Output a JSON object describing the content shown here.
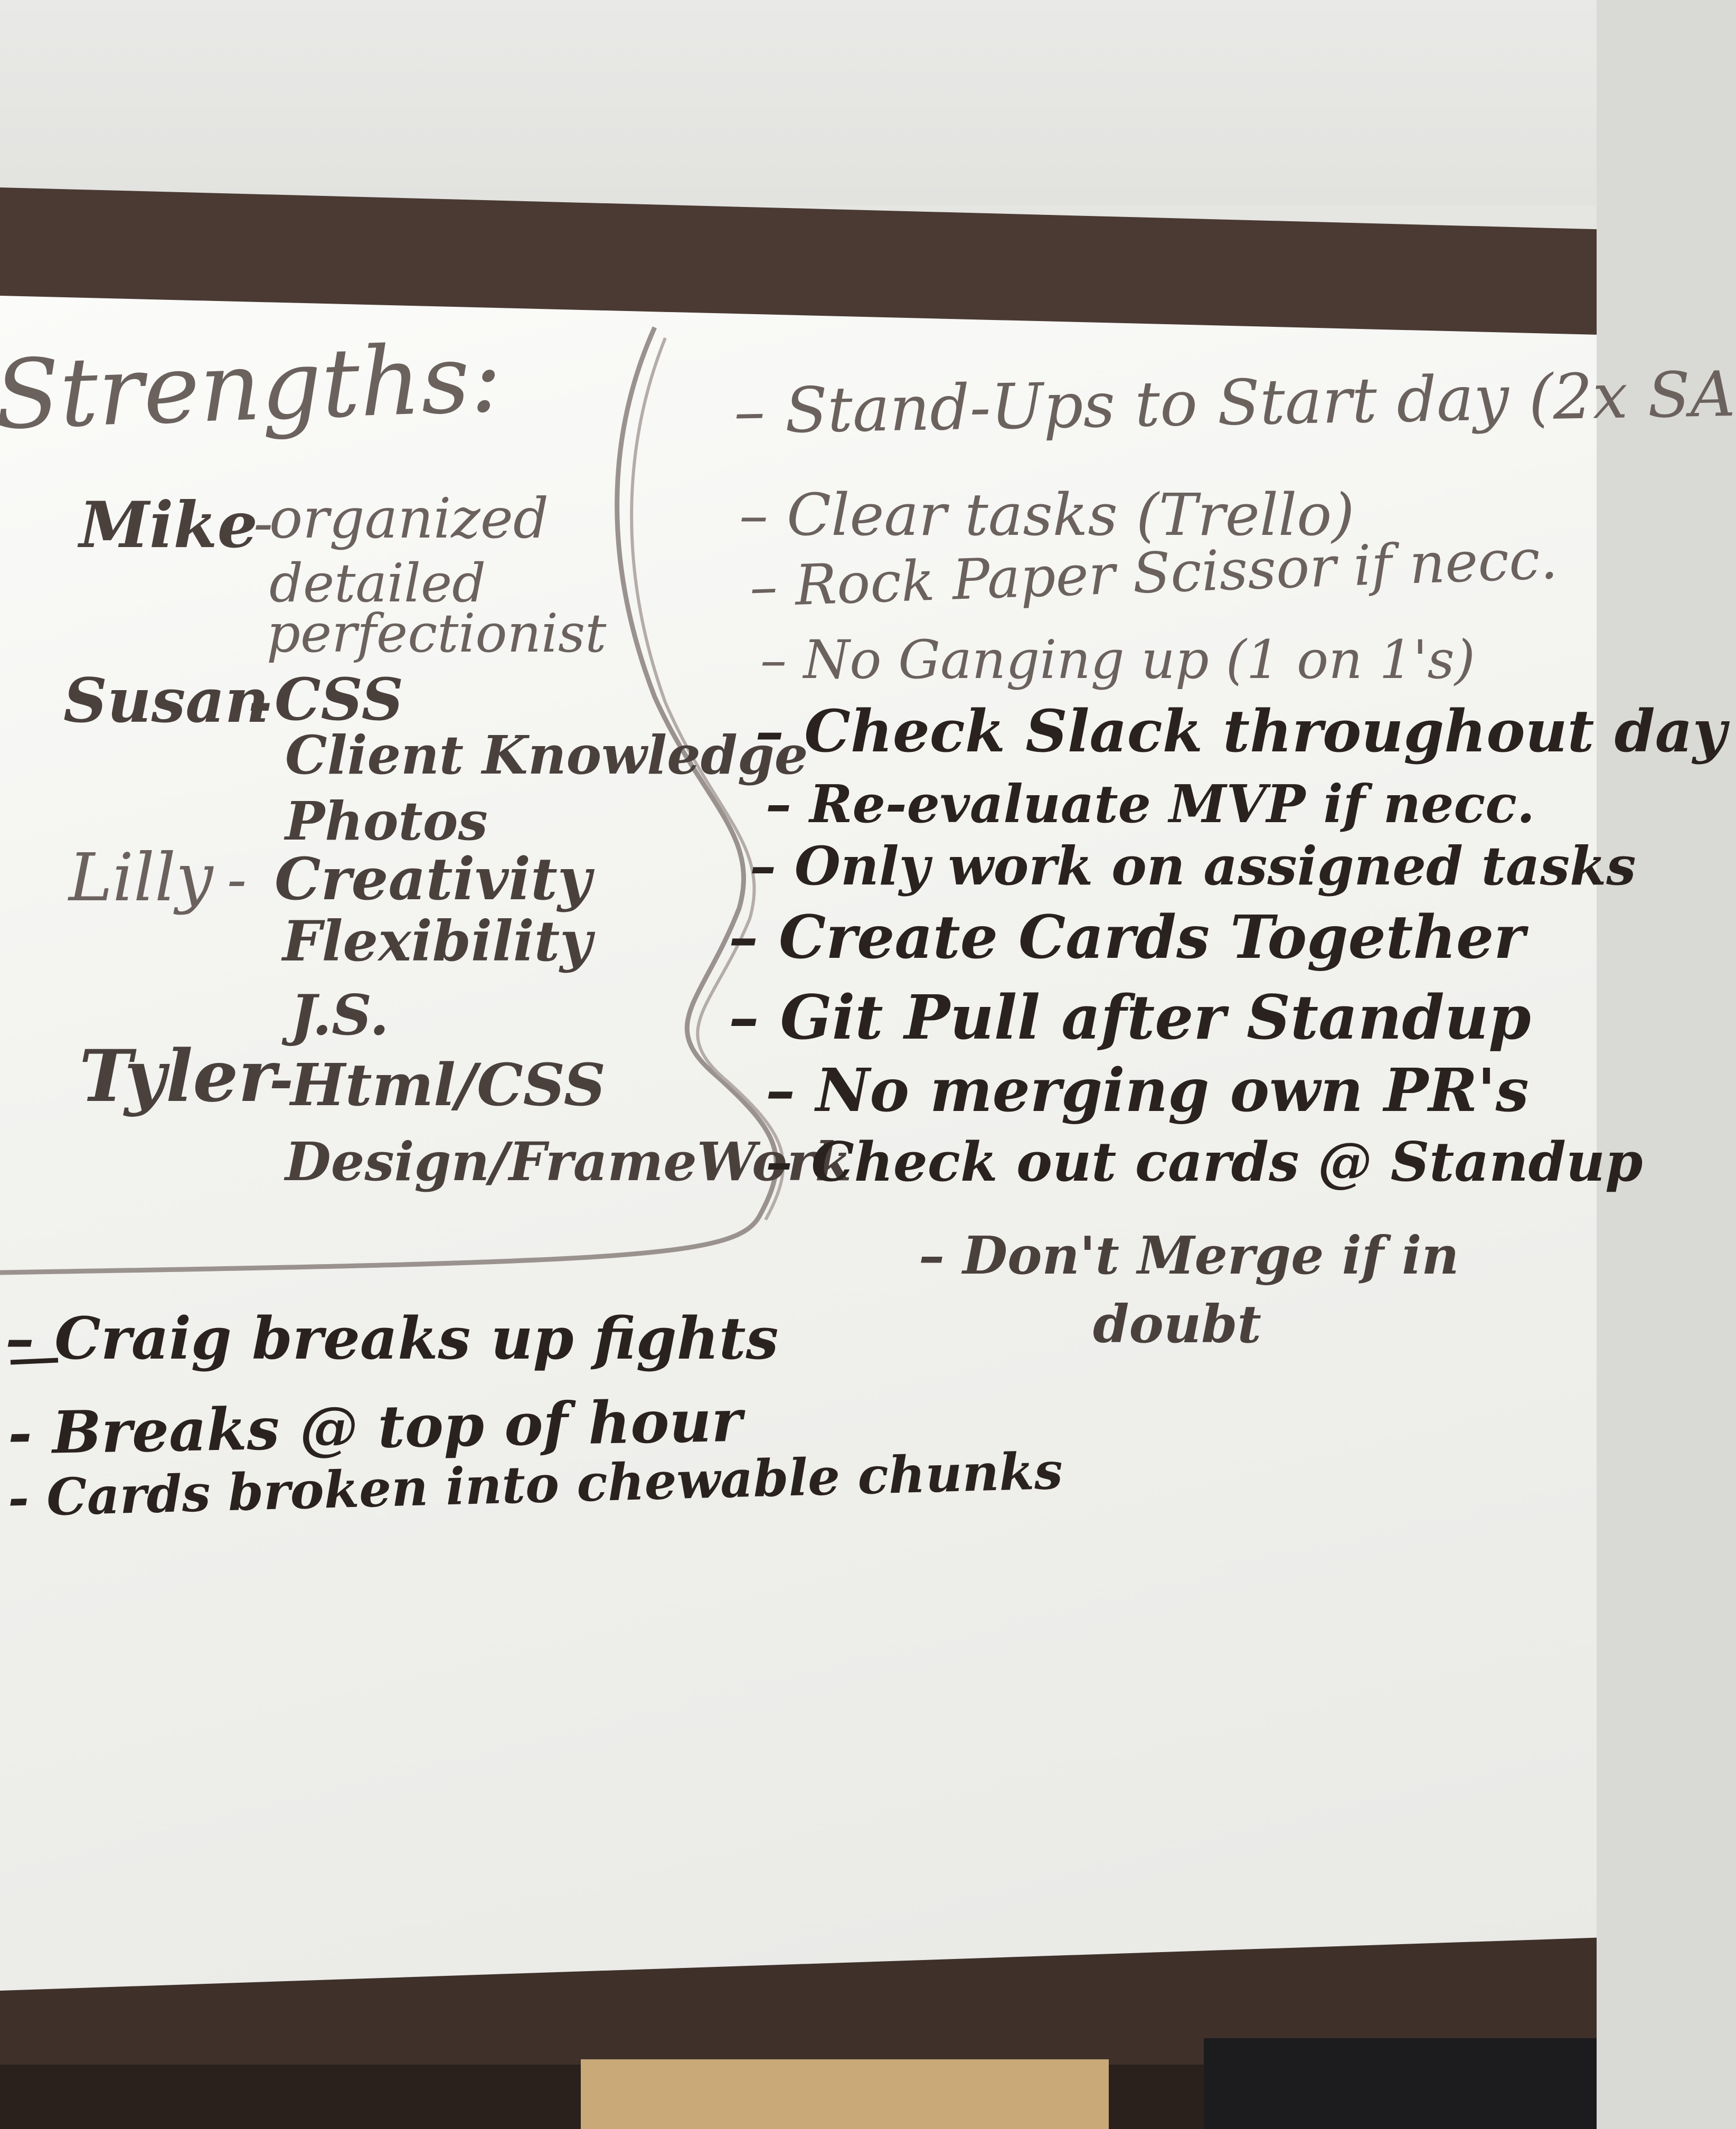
{
  "left": {
    "title": "Strengths:",
    "people": [
      {
        "name": "Mike",
        "items": [
          "organized",
          "detailed",
          "perfectionist"
        ]
      },
      {
        "name": "Susan",
        "items": [
          "CSS",
          "Client Knowledge",
          "Photos"
        ]
      },
      {
        "name": "Lilly",
        "items": [
          "Creativity",
          "Flexibility",
          "J.S."
        ]
      },
      {
        "name": "Tyler",
        "items": [
          "Html/CSS",
          "Design/FrameWork"
        ]
      }
    ]
  },
  "right": {
    "rules": [
      "Stand-Ups to Start day (2x SA",
      "Clear tasks (Trello)",
      "Rock Paper Scissor if necc.",
      "No Ganging up (1 on 1's)",
      "Check Slack throughout day",
      "Re-evaluate MVP if necc.",
      "Only work on assigned tasks",
      "Create Cards Together",
      "Git Pull after Standup",
      "No merging own PR's",
      "Check out cards @ Standup"
    ],
    "subrule": [
      "Don't Merge if in",
      "doubt"
    ]
  },
  "bottom": {
    "items": [
      "Craig breaks up fights",
      "Breaks @ top of hour",
      "Cards broken into chewable chunks"
    ]
  },
  "colors": {
    "ink": "#2a221e",
    "faint_ink": "#6b625e",
    "board": "#f5f5f2",
    "frame": "#4a3a33"
  }
}
